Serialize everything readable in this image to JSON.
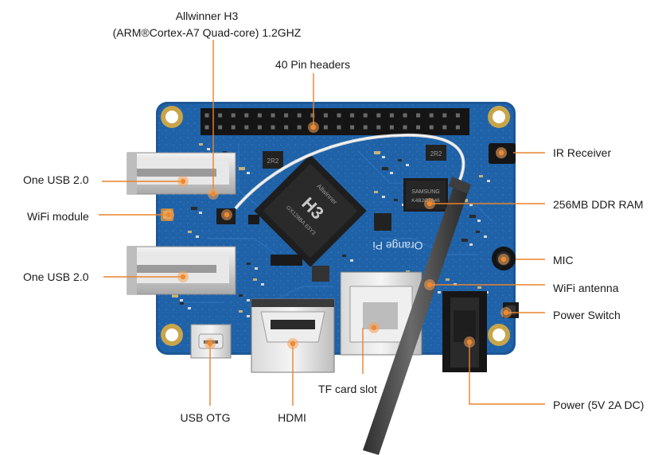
{
  "labels": {
    "cpu_line1": "Allwinner H3",
    "cpu_line2": "(ARM®Cortex-A7 Quad-core) 1.2GHZ",
    "pin_headers": "40 Pin headers",
    "usb_top": "One USB 2.0",
    "wifi_module": "WiFi module",
    "usb_bottom": "One USB 2.0",
    "ir_receiver": "IR Receiver",
    "ddr_ram": "256MB DDR RAM",
    "mic": "MIC",
    "wifi_antenna": "WiFi antenna",
    "power_switch": "Power Switch",
    "power": "Power (5V 2A DC)",
    "usb_otg": "USB OTG",
    "hdmi": "HDMI",
    "tf_card": "TF card slot"
  },
  "board_text": {
    "soc_brand": "Allwinner",
    "soc_model": "H3",
    "soc_code": "GX128BA 63Y3",
    "ram_brand": "SAMSUNG",
    "ram_code": "K4B2G1646",
    "board_name": "Orange Pi",
    "cpu_chip": "2R2",
    "reg_chip": "2R2"
  },
  "colors": {
    "pcb": "#1f62a8",
    "pcb_edge": "#154b86",
    "callout_line": "#e8832a",
    "callout_dot": "#f4a259",
    "text": "#1a1a1a"
  }
}
